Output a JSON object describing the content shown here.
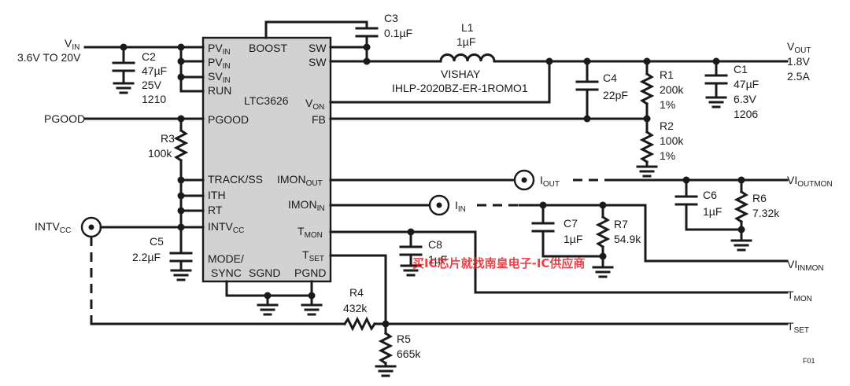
{
  "chip": {
    "name": "LTC3626",
    "pins": {
      "pvin1": {
        "main": "PV",
        "sub": "IN"
      },
      "pvin2": {
        "main": "PV",
        "sub": "IN"
      },
      "svin": {
        "main": "SV",
        "sub": "IN"
      },
      "run": "RUN",
      "pgood": "PGOOD",
      "track_ss": "TRACK/SS",
      "ith": "ITH",
      "rt": "RT",
      "intvcc": {
        "main": "INTV",
        "sub": "CC"
      },
      "mode_sync_1": "MODE/",
      "mode_sync_2": "SYNC",
      "boost": "BOOST",
      "sw1": "SW",
      "sw2": "SW",
      "von": {
        "main": "V",
        "sub": "ON"
      },
      "fb": "FB",
      "imon_out": {
        "main": "IMON",
        "sub": "OUT"
      },
      "imon_in": {
        "main": "IMON",
        "sub": "IN"
      },
      "tmon": {
        "main": "T",
        "sub": "MON"
      },
      "tset": {
        "main": "T",
        "sub": "SET"
      },
      "sgnd": "SGND",
      "pgnd": "PGND"
    }
  },
  "signals": {
    "vin": {
      "main": "V",
      "sub": "IN",
      "range": "3.6V TO 20V"
    },
    "pgood": "PGOOD",
    "intvcc": {
      "main": "INTV",
      "sub": "CC"
    },
    "vout": {
      "main": "V",
      "sub": "OUT",
      "voltage": "1.8V",
      "current": "2.5A"
    },
    "vioutmon": {
      "main": "VI",
      "sub": "OUTMON"
    },
    "viinmon": {
      "main": "VI",
      "sub": "INMON"
    },
    "tmon": {
      "main": "T",
      "sub": "MON"
    },
    "tset": {
      "main": "T",
      "sub": "SET"
    },
    "iout": {
      "main": "I",
      "sub": "OUT"
    },
    "iin": {
      "main": "I",
      "sub": "IN"
    }
  },
  "components": {
    "c1": {
      "ref": "C1",
      "lines": [
        "47µF",
        "6.3V",
        "1206"
      ]
    },
    "c2": {
      "ref": "C2",
      "lines": [
        "47µF",
        "25V",
        "1210"
      ]
    },
    "c3": {
      "ref": "C3",
      "value": "0.1µF"
    },
    "c4": {
      "ref": "C4",
      "value": "22pF"
    },
    "c5": {
      "ref": "C5",
      "value": "2.2µF"
    },
    "c6": {
      "ref": "C6",
      "value": "1µF"
    },
    "c7": {
      "ref": "C7",
      "value": "1µF"
    },
    "c8": {
      "ref": "C8",
      "value": "1µF"
    },
    "l1": {
      "ref": "L1",
      "value": "1µF",
      "maker": "VISHAY",
      "part": "IHLP-2020BZ-ER-1ROMO1"
    },
    "r1": {
      "ref": "R1",
      "lines": [
        "200k",
        "1%"
      ]
    },
    "r2": {
      "ref": "R2",
      "lines": [
        "100k",
        "1%"
      ]
    },
    "r3": {
      "ref": "R3",
      "value": "100k"
    },
    "r4": {
      "ref": "R4",
      "value": "432k"
    },
    "r5": {
      "ref": "R5",
      "value": "665k"
    },
    "r6": {
      "ref": "R6",
      "value": "7.32k"
    },
    "r7": {
      "ref": "R7",
      "value": "54.9k"
    }
  },
  "figure_code": "F01",
  "watermark": "买IC芯片就找南皇电子-IC供应商"
}
